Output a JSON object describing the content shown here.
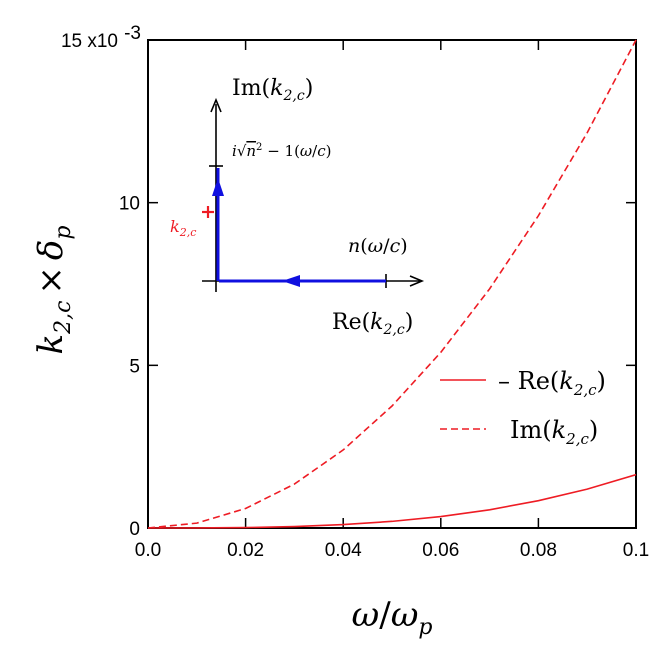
{
  "chart_data": {
    "type": "line",
    "xlabel": "ω/ω_p",
    "ylabel": "k_{2,c} × δ_p",
    "xlim": [
      0,
      0.1
    ],
    "ylim": [
      0,
      0.015
    ],
    "x_ticks": [
      "0.0",
      "0.02",
      "0.04",
      "0.06",
      "0.08",
      "0.1"
    ],
    "y_ticks": [
      "0",
      "5",
      "10",
      "15 x10",
      "-3"
    ],
    "grid": false,
    "legend_position": "lower-right",
    "series": [
      {
        "name": "– Re(k_{2,c})",
        "color": "#ee1c24",
        "style": "solid",
        "x": [
          0,
          0.01,
          0.02,
          0.03,
          0.04,
          0.05,
          0.06,
          0.07,
          0.08,
          0.09,
          0.1
        ],
        "y": [
          0,
          1.6e-06,
          1.3e-05,
          4.4e-05,
          0.000105,
          0.000204,
          0.000353,
          0.00056,
          0.00084,
          0.001195,
          0.00164
        ]
      },
      {
        "name": "Im(k_{2,c})",
        "color": "#ee1c24",
        "style": "dashed",
        "x": [
          0,
          0.01,
          0.02,
          0.03,
          0.04,
          0.05,
          0.06,
          0.07,
          0.08,
          0.09,
          0.1
        ],
        "y": [
          0,
          0.00015,
          0.0006,
          0.00135,
          0.0024,
          0.00375,
          0.0054,
          0.00735,
          0.0096,
          0.01215,
          0.015
        ]
      }
    ],
    "inset": {
      "im_axis_label": "Im(k_{2,c})",
      "re_axis_label": "Re(k_{2,c})",
      "im_tick_label": "i√(n² − 1)(ω/c)",
      "re_tick_label": "n(ω/c)",
      "point_label": "k_{2,c}",
      "path_color": "#1010e0",
      "point_color": "#ee1c24"
    }
  }
}
